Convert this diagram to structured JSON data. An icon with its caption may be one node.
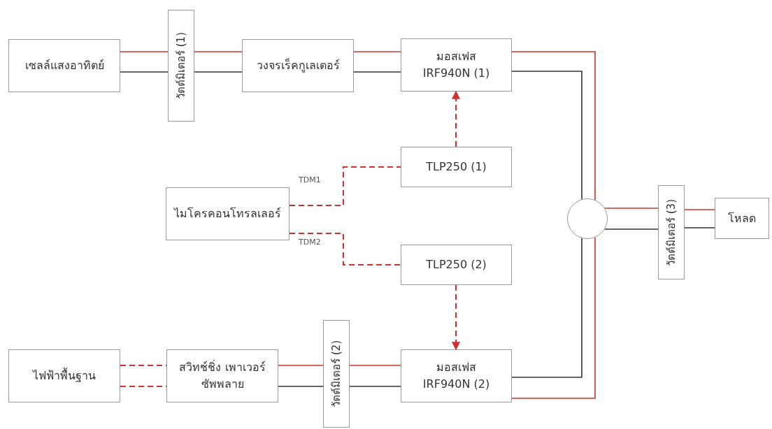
{
  "diagram": {
    "nodes": [
      {
        "text": [
          "เซลล์แสงอาทิตย์"
        ]
      },
      {
        "text": [
          "วัตต์มิเตอร์ (1)"
        ]
      },
      {
        "text": [
          "วงจรเร็คกูเลเตอร์"
        ]
      },
      {
        "text": [
          "มอสเฟส",
          "IRF940N (1)"
        ]
      },
      {
        "text": [
          "TLP250 (1)"
        ]
      },
      {
        "text": [
          "ไมโครคอนโทรลเลอร์"
        ]
      },
      {
        "text": [
          "TLP250 (2)"
        ]
      },
      {
        "text": [
          "ไฟฟ้าพื้นฐาน"
        ]
      },
      {
        "text": [
          "สวิทช์ชิ่ง เพาเวอร์ซัพพลาย"
        ]
      },
      {
        "text": [
          "วัตต์มิเตอร์ (2)"
        ]
      },
      {
        "text": [
          "มอสเฟส",
          "IRF940N (2)"
        ]
      },
      {
        "text": [],
        "shape": "circle"
      },
      {
        "text": [
          "วัตต์มิเตอร์ (3)"
        ]
      },
      {
        "text": [
          "โหลด"
        ]
      }
    ],
    "edges": [
      {
        "from": 0,
        "to": 1,
        "arrow": "none",
        "color": "#d32f2f"
      },
      {
        "from": 0,
        "to": 1,
        "arrow": "none",
        "color": "#333333"
      },
      {
        "from": 1,
        "to": 2,
        "arrow": "none",
        "color": "#d32f2f"
      },
      {
        "from": 1,
        "to": 2,
        "arrow": "none",
        "color": "#333333"
      },
      {
        "from": 2,
        "to": 3,
        "arrow": "none",
        "color": "#d32f2f"
      },
      {
        "from": 2,
        "to": 3,
        "arrow": "none",
        "color": "#333333"
      },
      {
        "from": 3,
        "to": 11,
        "arrow": "none",
        "color": "#d32f2f"
      },
      {
        "from": 3,
        "to": 11,
        "arrow": "none",
        "color": "#333333"
      },
      {
        "from": 11,
        "to": 12,
        "arrow": "none",
        "color": "#d32f2f"
      },
      {
        "from": 11,
        "to": 12,
        "arrow": "none",
        "color": "#333333"
      },
      {
        "from": 12,
        "to": 13,
        "arrow": "none",
        "color": "#d32f2f"
      },
      {
        "from": 12,
        "to": 13,
        "arrow": "none",
        "color": "#333333"
      },
      {
        "from": 4,
        "to": 3,
        "arrow": "to",
        "style": "dashed",
        "color": "#d32f2f"
      },
      {
        "from": 5,
        "to": 4,
        "arrow": "none",
        "label": "TDM1",
        "style": "dashed",
        "color": "#d32f2f"
      },
      {
        "from": 5,
        "to": 6,
        "arrow": "none",
        "label": "TDM2",
        "style": "dashed",
        "color": "#d32f2f"
      },
      {
        "from": 6,
        "to": 10,
        "arrow": "to",
        "style": "dashed",
        "color": "#d32f2f"
      },
      {
        "from": 7,
        "to": 8,
        "arrow": "none",
        "style": "dashed",
        "color": "#d32f2f"
      },
      {
        "from": 7,
        "to": 8,
        "arrow": "none",
        "style": "dashed",
        "color": "#d32f2f"
      },
      {
        "from": 8,
        "to": 9,
        "arrow": "none",
        "color": "#d32f2f"
      },
      {
        "from": 8,
        "to": 9,
        "arrow": "none",
        "color": "#333333"
      },
      {
        "from": 9,
        "to": 10,
        "arrow": "none",
        "color": "#d32f2f"
      },
      {
        "from": 9,
        "to": 10,
        "arrow": "none",
        "color": "#333333"
      },
      {
        "from": 10,
        "to": 11,
        "arrow": "none",
        "color": "#333333"
      },
      {
        "from": 10,
        "to": 11,
        "arrow": "none",
        "color": "#d32f2f"
      }
    ]
  }
}
